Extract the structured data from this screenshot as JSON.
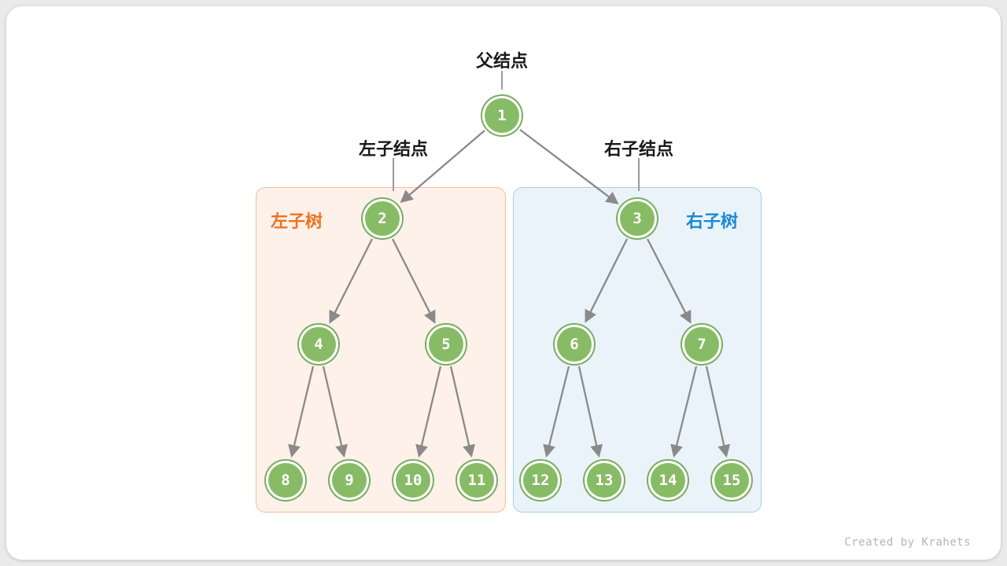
{
  "diagram": {
    "parent_label": "父结点",
    "left_child_label": "左子结点",
    "right_child_label": "右子结点",
    "left_subtree_label": "左子树",
    "right_subtree_label": "右子树",
    "watermark": "Created by Krahets"
  },
  "tree": {
    "type": "perfect-binary-tree",
    "nodes": [
      "1",
      "2",
      "3",
      "4",
      "5",
      "6",
      "7",
      "8",
      "9",
      "10",
      "11",
      "12",
      "13",
      "14",
      "15"
    ],
    "edges": [
      [
        "1",
        "2"
      ],
      [
        "1",
        "3"
      ],
      [
        "2",
        "4"
      ],
      [
        "2",
        "5"
      ],
      [
        "3",
        "6"
      ],
      [
        "3",
        "7"
      ],
      [
        "4",
        "8"
      ],
      [
        "4",
        "9"
      ],
      [
        "5",
        "10"
      ],
      [
        "5",
        "11"
      ],
      [
        "6",
        "12"
      ],
      [
        "6",
        "13"
      ],
      [
        "7",
        "14"
      ],
      [
        "7",
        "15"
      ]
    ],
    "left_subtree_nodes": [
      "2",
      "4",
      "5",
      "8",
      "9",
      "10",
      "11"
    ],
    "right_subtree_nodes": [
      "3",
      "6",
      "7",
      "12",
      "13",
      "14",
      "15"
    ]
  },
  "colors": {
    "node_fill": "#87bb66",
    "node_outer_ring": "#79ad60",
    "node_inner_ring": "#ffffff",
    "node_text": "#ffffff",
    "edge": "#8a8a8a",
    "label_text": "#1a1a1a",
    "left_subtree_accent": "#ef7221",
    "left_subtree_bg": "#fdf1e9",
    "left_subtree_border": "#f2c09a",
    "right_subtree_accent": "#1a8ad4",
    "right_subtree_bg": "#eaf3fa",
    "right_subtree_border": "#a6cfe9",
    "watermark": "#b5b5b5",
    "card_bg": "#ffffff",
    "page_bg": "#eaeaea"
  }
}
